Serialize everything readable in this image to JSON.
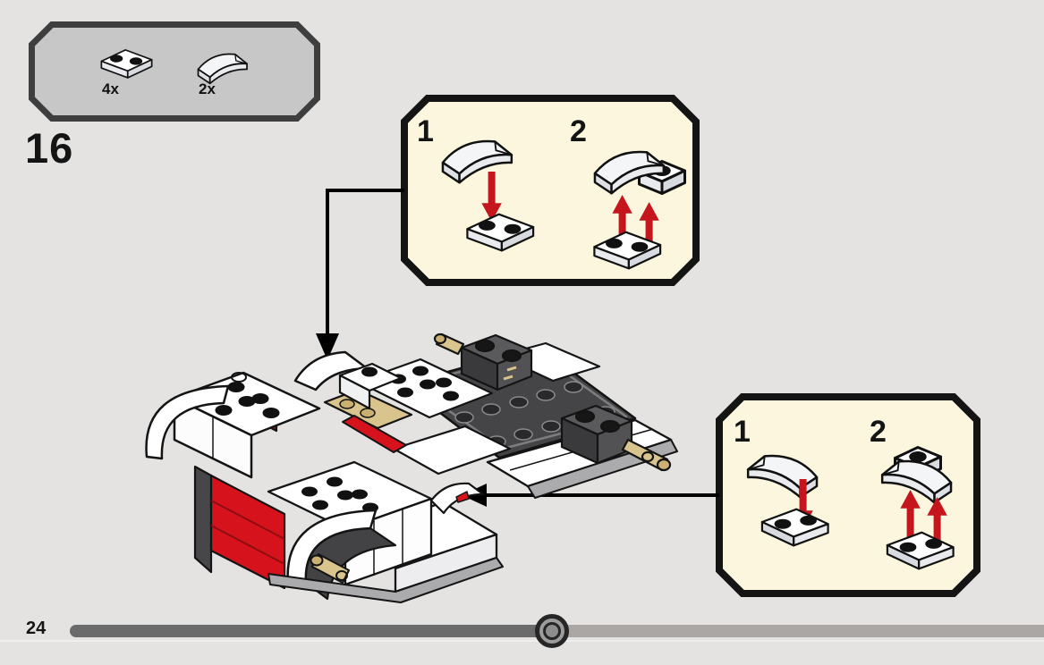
{
  "step_number": "16",
  "page_number": "24",
  "parts_callout": {
    "items": [
      {
        "quantity": "4x",
        "icon": "plate-1x2-white-icon"
      },
      {
        "quantity": "2x",
        "icon": "curved-slope-1x2-white-icon"
      }
    ]
  },
  "inset_top": {
    "step1_label": "1",
    "step2_label": "2"
  },
  "inset_right": {
    "step1_label": "1",
    "step2_label": "2"
  },
  "colors": {
    "background": "#e4e3e1",
    "callout_fill": "#c7c7c7",
    "callout_border": "#3e3e3e",
    "inset_fill": "#fbf6dd",
    "inset_border": "#141414",
    "assembly_arrow_red": "#c5161d",
    "lego_red": "#d6131c",
    "lego_tan": "#d9c48d",
    "lego_dark_gray": "#454548",
    "progress_done": "#6b6b6b",
    "progress_remaining": "#aba7a4"
  }
}
